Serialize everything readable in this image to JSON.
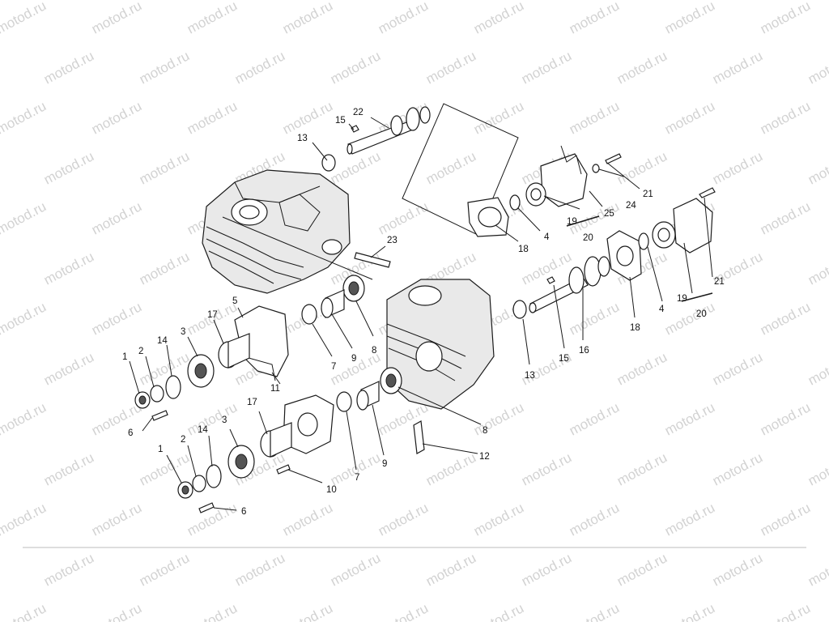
{
  "watermark": "motod.ru",
  "callouts": [
    {
      "id": "c22a",
      "text": "22"
    },
    {
      "id": "c15a",
      "text": "15"
    },
    {
      "id": "c13a",
      "text": "13"
    },
    {
      "id": "c23",
      "text": "23"
    },
    {
      "id": "c21a",
      "text": "21"
    },
    {
      "id": "c24",
      "text": "24"
    },
    {
      "id": "c25",
      "text": "25"
    },
    {
      "id": "c19a",
      "text": "19"
    },
    {
      "id": "c20a",
      "text": "20"
    },
    {
      "id": "c4a",
      "text": "4"
    },
    {
      "id": "c18a",
      "text": "18"
    },
    {
      "id": "c21b",
      "text": "21"
    },
    {
      "id": "c19b",
      "text": "19"
    },
    {
      "id": "c20b",
      "text": "20"
    },
    {
      "id": "c4b",
      "text": "4"
    },
    {
      "id": "c18b",
      "text": "18"
    },
    {
      "id": "c16",
      "text": "16"
    },
    {
      "id": "c15b",
      "text": "15"
    },
    {
      "id": "c13b",
      "text": "13"
    },
    {
      "id": "c8a",
      "text": "8"
    },
    {
      "id": "c9a",
      "text": "9"
    },
    {
      "id": "c7a",
      "text": "7"
    },
    {
      "id": "c5",
      "text": "5"
    },
    {
      "id": "c17a",
      "text": "17"
    },
    {
      "id": "c3a",
      "text": "3"
    },
    {
      "id": "c14a",
      "text": "14"
    },
    {
      "id": "c2a",
      "text": "2"
    },
    {
      "id": "c1a",
      "text": "1"
    },
    {
      "id": "c6a",
      "text": "6"
    },
    {
      "id": "c11",
      "text": "11"
    },
    {
      "id": "c8b",
      "text": "8"
    },
    {
      "id": "c9b",
      "text": "9"
    },
    {
      "id": "c7b",
      "text": "7"
    },
    {
      "id": "c12",
      "text": "12"
    },
    {
      "id": "c10",
      "text": "10"
    },
    {
      "id": "c17b",
      "text": "17"
    },
    {
      "id": "c3b",
      "text": "3"
    },
    {
      "id": "c14b",
      "text": "14"
    },
    {
      "id": "c2b",
      "text": "2"
    },
    {
      "id": "c1b",
      "text": "1"
    },
    {
      "id": "c6b",
      "text": "6"
    }
  ]
}
